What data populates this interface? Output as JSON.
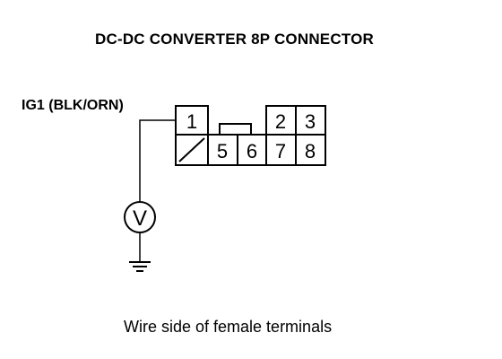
{
  "diagram": {
    "title": "DC-DC CONVERTER 8P CONNECTOR",
    "wire_label": "IG1 (BLK/ORN)",
    "meter_symbol": "V",
    "caption": "Wire side of female terminals",
    "connector": {
      "top_row": [
        "1",
        "",
        "2",
        "3"
      ],
      "bottom_row": [
        "",
        "5",
        "6",
        "7",
        "8"
      ]
    }
  }
}
